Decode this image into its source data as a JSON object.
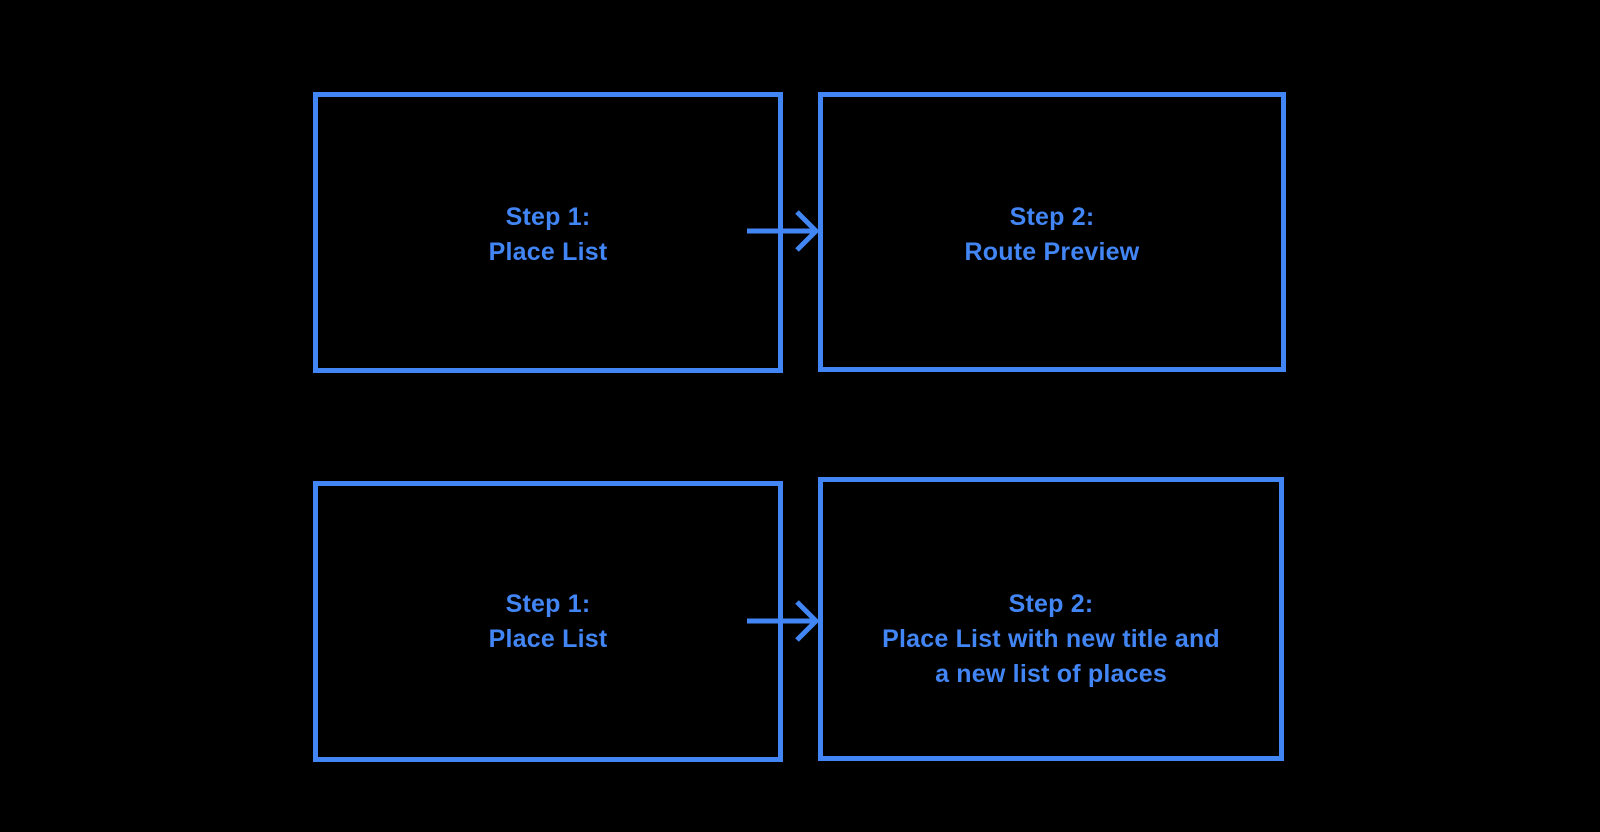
{
  "background": "#000000",
  "accent": "#4285F4",
  "flows": [
    {
      "source": {
        "lines": [
          "Step 1:",
          "Place List"
        ]
      },
      "arrow_icon": "arrow-right-icon",
      "target": {
        "lines": [
          "Step 2:",
          "Route Preview"
        ]
      }
    },
    {
      "source": {
        "lines": [
          "Step 1:",
          "Place List"
        ]
      },
      "arrow_icon": "arrow-right-icon",
      "target": {
        "lines": [
          "Step 2:",
          "Place List with new title and",
          "a new list of places"
        ]
      }
    }
  ]
}
